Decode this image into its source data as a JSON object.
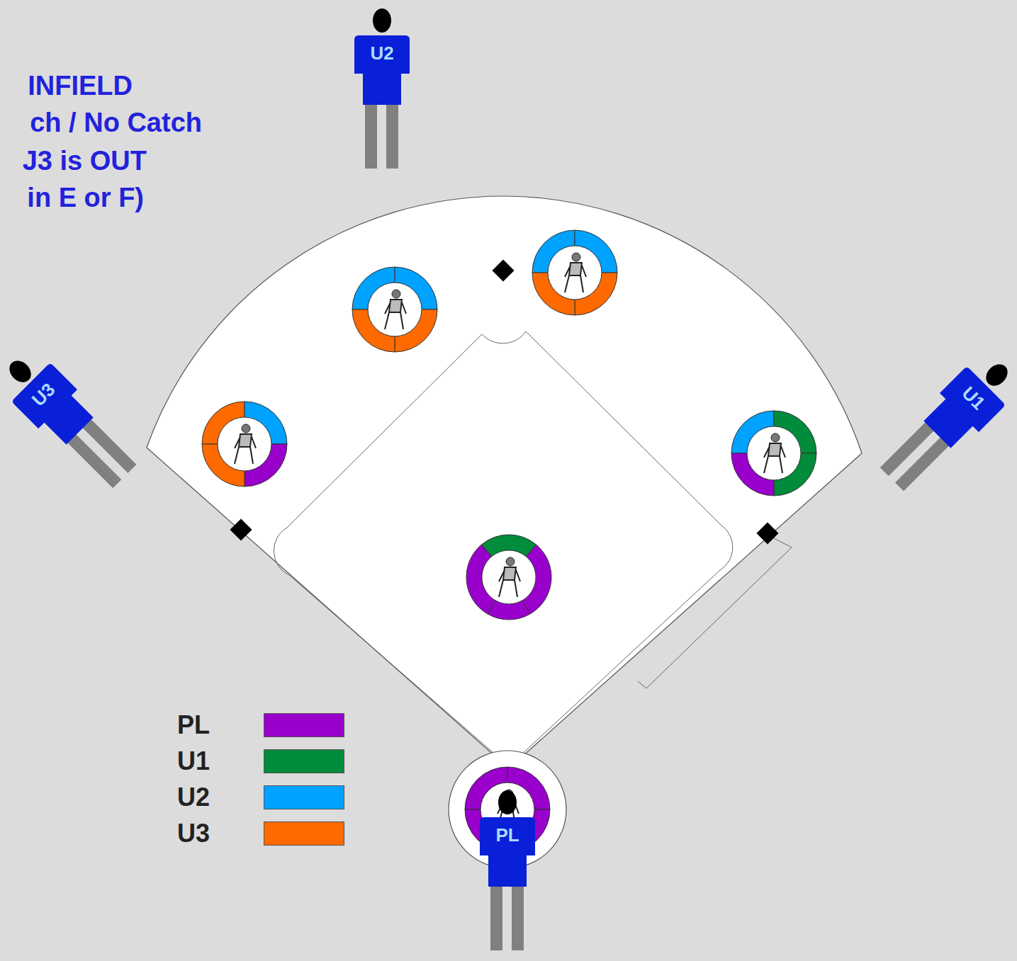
{
  "diagram": {
    "nodes": [
      {
        "text": [
          "U2"
        ]
      },
      {
        "text": [
          "U3"
        ]
      },
      {
        "text": [
          "U1"
        ]
      },
      {
        "text": [
          "PL"
        ]
      }
    ],
    "labels": [
      "INFIELD",
      "ch / No Catch",
      "J3 is OUT",
      "in E or F)"
    ],
    "legend": [
      {
        "text": "PL",
        "color": "#9900cc"
      },
      {
        "text": "U1",
        "color": "#008c3a"
      },
      {
        "text": "U2",
        "color": "#00a2ff"
      },
      {
        "text": "U3",
        "color": "#ff6a00"
      }
    ]
  }
}
